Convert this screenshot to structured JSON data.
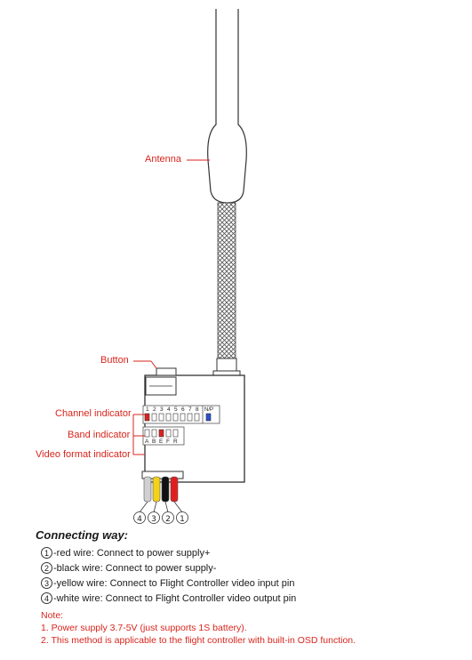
{
  "labels": {
    "antenna": "Antenna",
    "button": "Button",
    "channel_indicator": "Channel indicator",
    "band_indicator": "Band indicator",
    "video_format_indicator": "Video format indicator"
  },
  "channel_digits": [
    "1",
    "2",
    "3",
    "4",
    "5",
    "6",
    "7",
    "8"
  ],
  "np_label": "N/P",
  "band_letters": [
    "A",
    "B",
    "E",
    "F",
    "R"
  ],
  "pin_numbers": [
    "④",
    "③",
    "②",
    "①"
  ],
  "heading": "Connecting way:",
  "wires": [
    {
      "num": "1",
      "text": "-red wire:  Connect to power supply+"
    },
    {
      "num": "2",
      "text": "-black wire:  Connect to power supply-"
    },
    {
      "num": "3",
      "text": "-yellow wire:  Connect to Flight Controller video input pin"
    },
    {
      "num": "4",
      "text": "-white wire:  Connect to Flight Controller video output pin"
    }
  ],
  "notes": {
    "title": "Note:",
    "lines": [
      "1. Power supply 3.7-5V (just supports 1S battery).",
      "2. This method is applicable to the flight controller with built-in OSD function."
    ]
  },
  "colors": {
    "callout": "#d8251c",
    "wire_white": "#d0d0d0",
    "wire_yellow": "#f2d21a",
    "wire_black": "#111111",
    "wire_red": "#e02020",
    "np_blue": "#2a4fd0"
  }
}
